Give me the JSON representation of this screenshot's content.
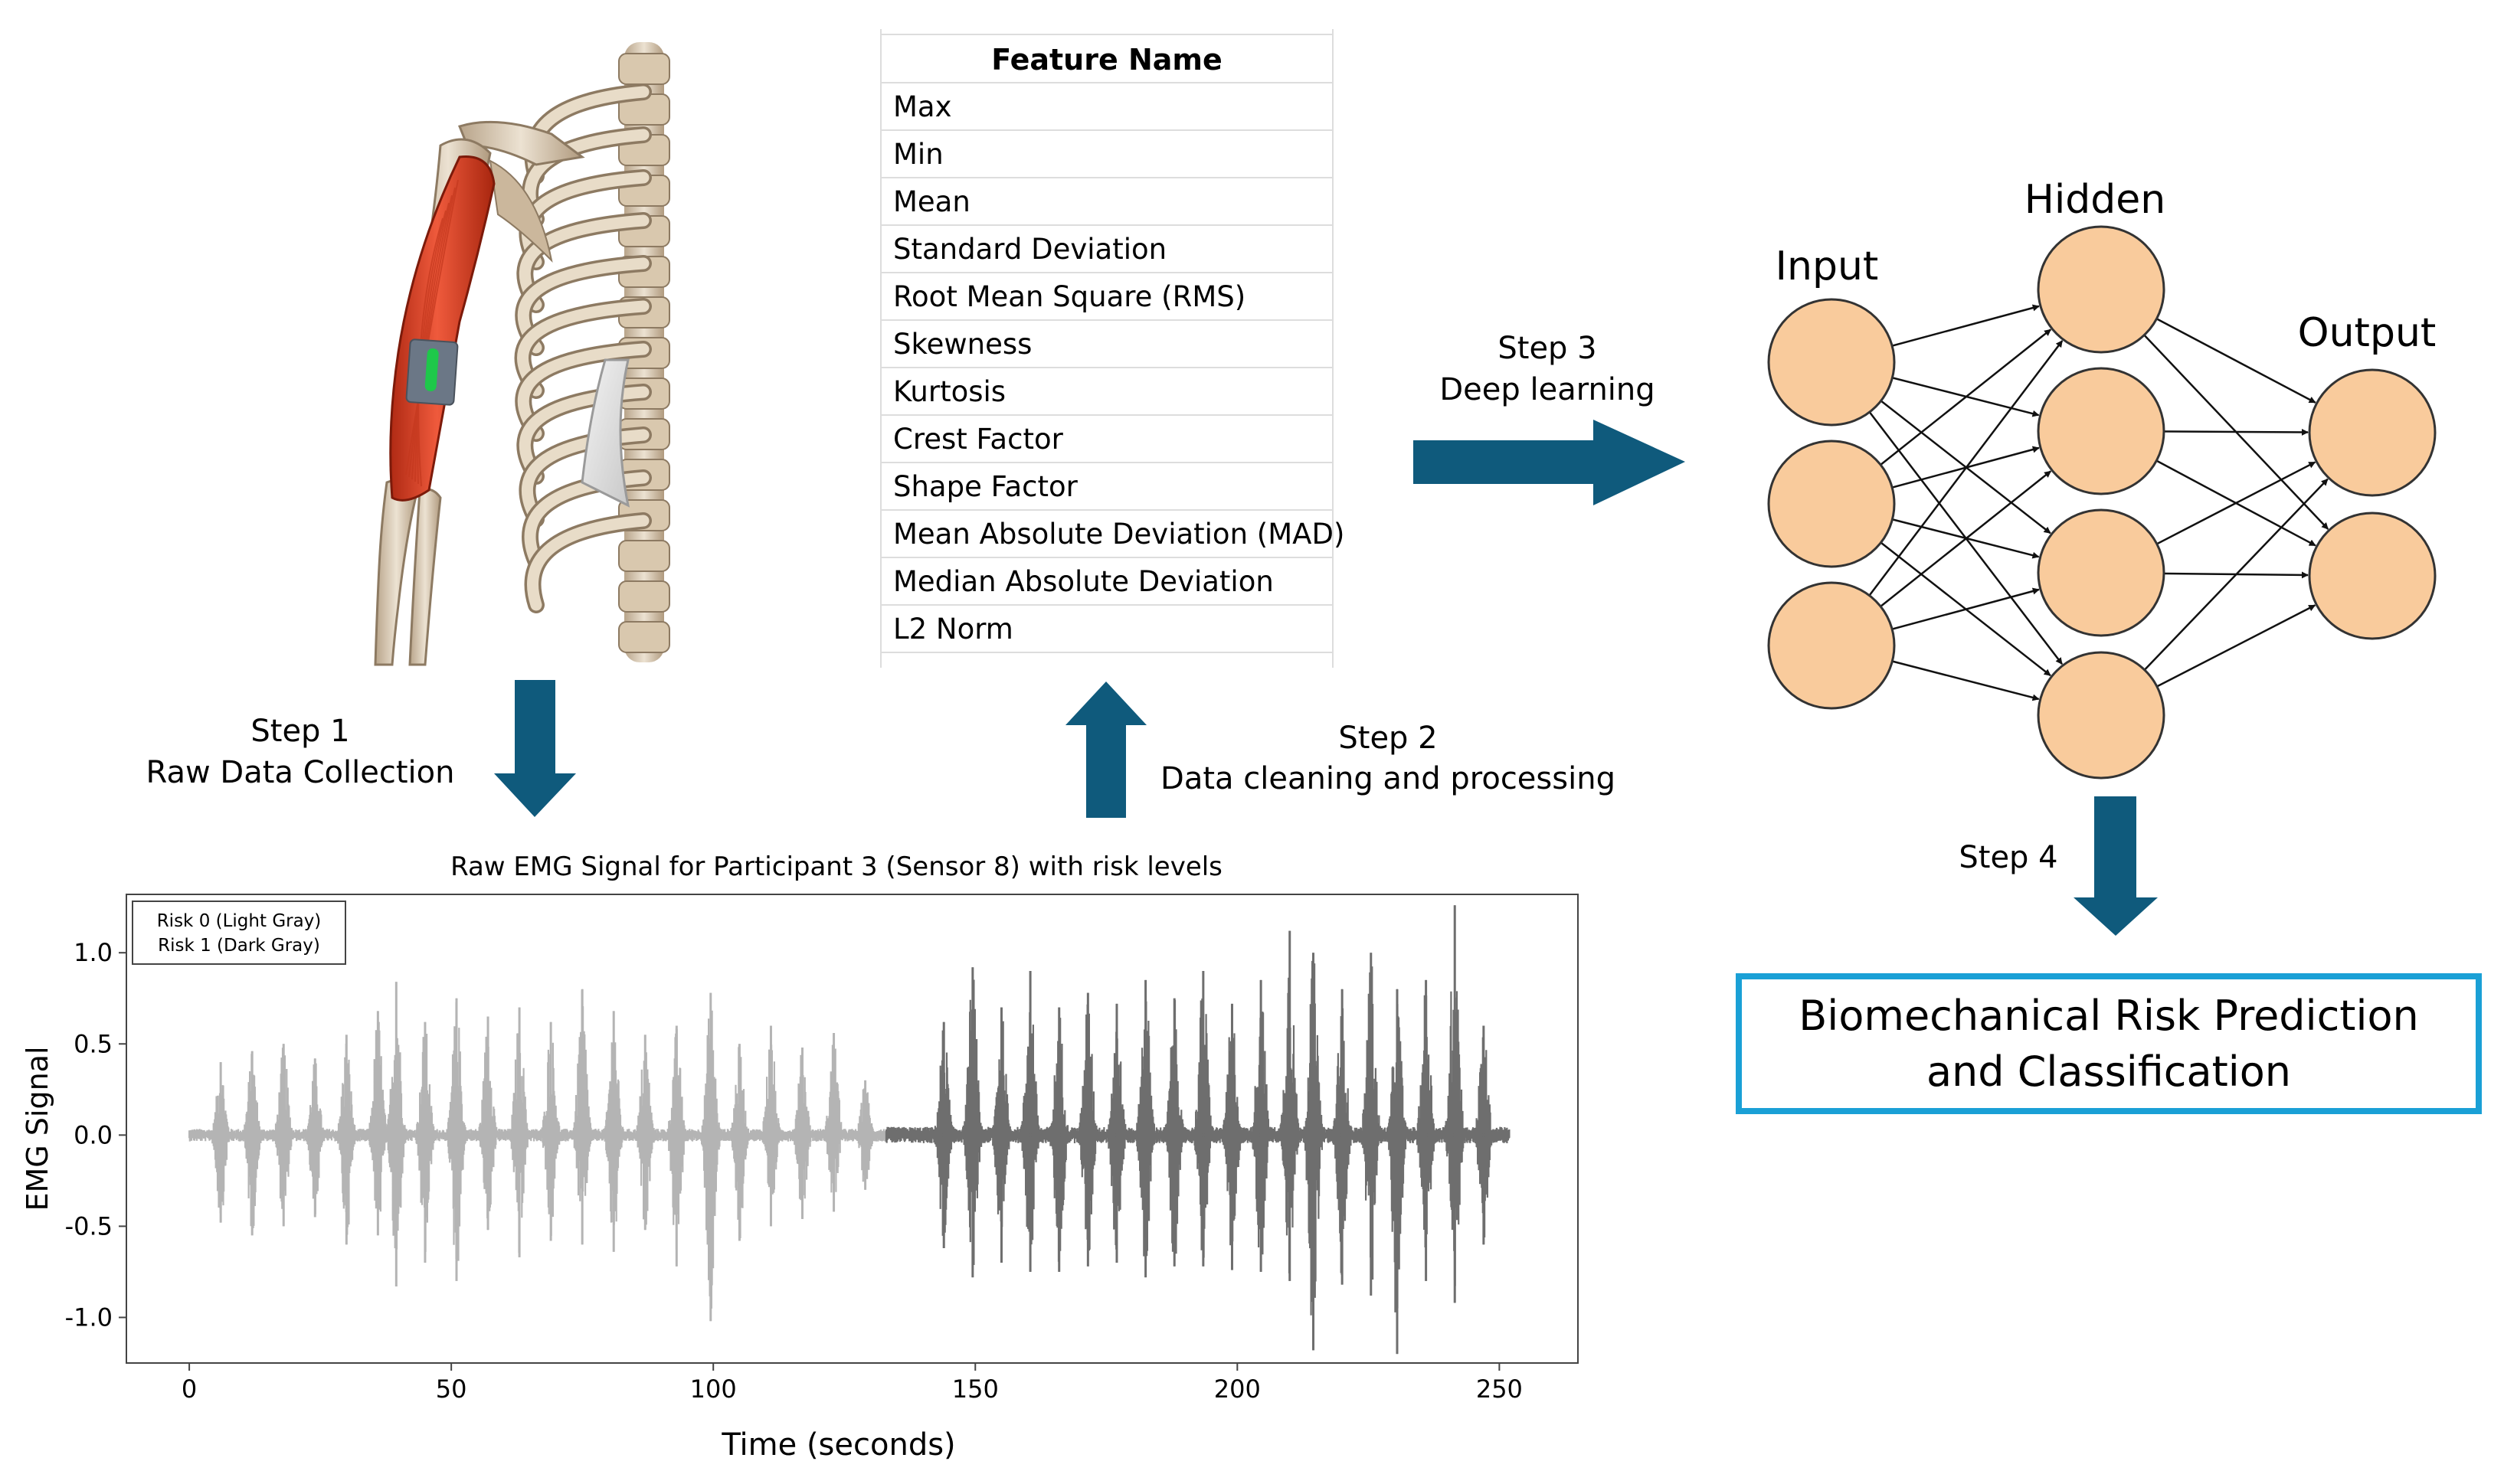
{
  "colors": {
    "arrow": "#0f5a7c",
    "neuron_fill": "#f9cb9c",
    "neuron_stroke": "#333333",
    "result_border": "#1aa0d6",
    "risk0": "#b4b4b4",
    "risk1": "#6e6e6e"
  },
  "steps": {
    "step1": {
      "title": "Step 1",
      "subtitle": "Raw Data Collection"
    },
    "step2": {
      "title": "Step 2",
      "subtitle": "Data cleaning and processing"
    },
    "step3": {
      "title": "Step 3",
      "subtitle": "Deep learning"
    },
    "step4": {
      "title": "Step 4"
    }
  },
  "feature_table": {
    "header": "Feature Name",
    "rows": [
      "Max",
      "Min",
      "Mean",
      "Standard Deviation",
      "Root Mean Square (RMS)",
      "Skewness",
      "Kurtosis",
      "Crest Factor",
      "Shape Factor",
      "Mean Absolute Deviation (MAD)",
      "Median Absolute Deviation",
      "L2 Norm"
    ]
  },
  "network": {
    "input_label": "Input",
    "hidden_label": "Hidden",
    "output_label": "Output",
    "layers": [
      3,
      4,
      2
    ]
  },
  "result": {
    "line1": "Biomechanical Risk Prediction",
    "line2": "and Classification"
  },
  "illustration": {
    "name": "arm-skeleton-emg-sensor"
  },
  "chart_data": {
    "type": "line",
    "title": "Raw EMG Signal for Participant 3 (Sensor 8) with risk levels",
    "xlabel": "Time (seconds)",
    "ylabel": "EMG Signal",
    "xlim": [
      -12,
      265
    ],
    "ylim": [
      -1.25,
      1.32
    ],
    "xticks": [
      0,
      50,
      100,
      150,
      200,
      250
    ],
    "yticks": [
      1.0,
      0.5,
      0.0,
      -0.5,
      -1.0
    ],
    "xtick_labels": [
      "0",
      "50",
      "100",
      "150",
      "200",
      "250"
    ],
    "ytick_labels": [
      "1.0",
      "0.5",
      "0.0",
      "-0.5",
      "-1.0"
    ],
    "legend": {
      "placement": "top-left",
      "entries": [
        "Risk 0 (Light Gray)",
        "Risk 1 (Dark Gray)"
      ]
    },
    "series": [
      {
        "name": "Risk 0 (Light Gray)",
        "color": "#b4b4b4",
        "x_range": [
          0,
          133
        ],
        "bursts": [
          {
            "t": 6,
            "max": 0.4,
            "min": -0.48
          },
          {
            "t": 12,
            "max": 0.46,
            "min": -0.55
          },
          {
            "t": 18,
            "max": 0.5,
            "min": -0.5
          },
          {
            "t": 24,
            "max": 0.42,
            "min": -0.45
          },
          {
            "t": 30,
            "max": 0.55,
            "min": -0.6
          },
          {
            "t": 36,
            "max": 0.68,
            "min": -0.55
          },
          {
            "t": 39.5,
            "max": 0.84,
            "min": -0.83
          },
          {
            "t": 45,
            "max": 0.62,
            "min": -0.7
          },
          {
            "t": 51,
            "max": 0.75,
            "min": -0.8
          },
          {
            "t": 57,
            "max": 0.65,
            "min": -0.52
          },
          {
            "t": 63,
            "max": 0.7,
            "min": -0.67
          },
          {
            "t": 69,
            "max": 0.62,
            "min": -0.58
          },
          {
            "t": 75,
            "max": 0.8,
            "min": -0.6
          },
          {
            "t": 81,
            "max": 0.68,
            "min": -0.64
          },
          {
            "t": 87,
            "max": 0.55,
            "min": -0.52
          },
          {
            "t": 93,
            "max": 0.6,
            "min": -0.72
          },
          {
            "t": 99.5,
            "max": 0.78,
            "min": -1.02
          },
          {
            "t": 105,
            "max": 0.5,
            "min": -0.58
          },
          {
            "t": 111,
            "max": 0.6,
            "min": -0.5
          },
          {
            "t": 117,
            "max": 0.48,
            "min": -0.46
          },
          {
            "t": 123,
            "max": 0.56,
            "min": -0.42
          },
          {
            "t": 129,
            "max": 0.3,
            "min": -0.3
          }
        ]
      },
      {
        "name": "Risk 1 (Dark Gray)",
        "color": "#6e6e6e",
        "x_range": [
          133,
          252
        ],
        "bursts": [
          {
            "t": 144,
            "max": 0.62,
            "min": -0.62
          },
          {
            "t": 149.5,
            "max": 0.92,
            "min": -0.78
          },
          {
            "t": 155,
            "max": 0.7,
            "min": -0.7
          },
          {
            "t": 160.5,
            "max": 0.9,
            "min": -0.75
          },
          {
            "t": 166,
            "max": 0.7,
            "min": -0.75
          },
          {
            "t": 171.5,
            "max": 0.78,
            "min": -0.72
          },
          {
            "t": 177,
            "max": 0.72,
            "min": -0.7
          },
          {
            "t": 182.5,
            "max": 0.85,
            "min": -0.78
          },
          {
            "t": 188,
            "max": 0.75,
            "min": -0.72
          },
          {
            "t": 193.5,
            "max": 0.9,
            "min": -0.72
          },
          {
            "t": 199,
            "max": 0.72,
            "min": -0.74
          },
          {
            "t": 204.5,
            "max": 0.85,
            "min": -0.75
          },
          {
            "t": 210,
            "max": 1.12,
            "min": -0.8
          },
          {
            "t": 214.5,
            "max": 1.0,
            "min": -1.18
          },
          {
            "t": 220,
            "max": 0.8,
            "min": -0.82
          },
          {
            "t": 225.5,
            "max": 1.0,
            "min": -0.88
          },
          {
            "t": 230.5,
            "max": 0.8,
            "min": -1.2
          },
          {
            "t": 236,
            "max": 0.85,
            "min": -0.8
          },
          {
            "t": 241.5,
            "max": 1.26,
            "min": -0.92
          },
          {
            "t": 247,
            "max": 0.6,
            "min": -0.6
          }
        ]
      }
    ]
  }
}
